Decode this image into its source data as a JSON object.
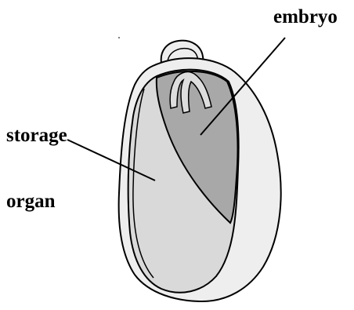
{
  "labels": {
    "embryo": "embryo",
    "storage_organ_line1": "storage",
    "storage_organ_line2": "organ"
  },
  "colors": {
    "outline": "#000000",
    "seed_coat_fill": "#eeeeee",
    "storage_fill": "#d9d9d9",
    "embryo_fill": "#a8a8a8",
    "shoot_fill": "#dddddd",
    "background": "#ffffff"
  }
}
